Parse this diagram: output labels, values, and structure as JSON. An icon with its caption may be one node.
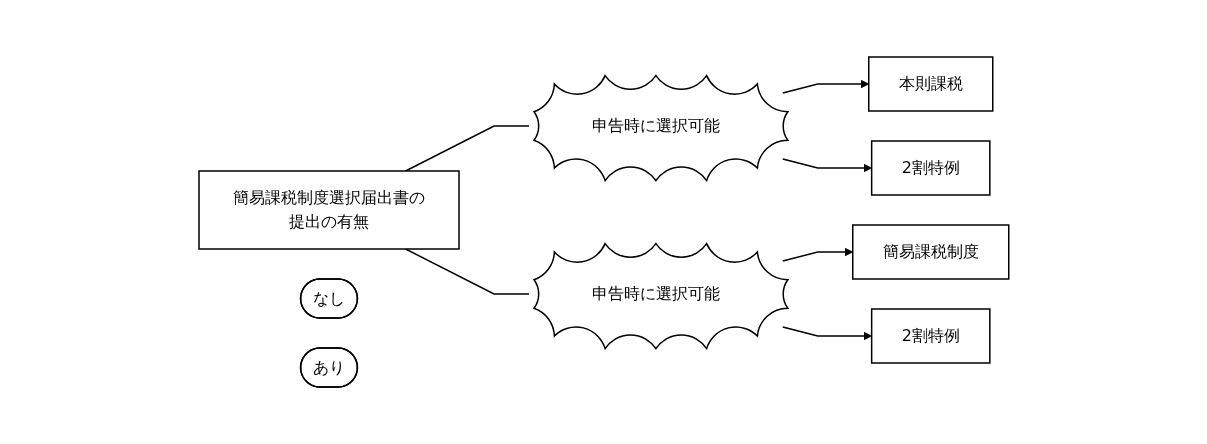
{
  "diagram": {
    "nodes": [
      {
        "text": [
          "簡易課税制度選択届出書の提出の有無"
        ]
      },
      {
        "text": [
          "なし"
        ]
      },
      {
        "text": [
          "申告時に選択可能"
        ]
      },
      {
        "text": [
          "本則課税"
        ]
      },
      {
        "text": [
          "2割特例"
        ]
      },
      {
        "text": [
          "あり"
        ]
      },
      {
        "text": [
          "申告時に選択可能"
        ]
      },
      {
        "text": [
          "簡易課税制度"
        ]
      },
      {
        "text": [
          "2割特例"
        ]
      }
    ],
    "edges": [
      {
        "from": 0,
        "to": 2,
        "arrow": "none"
      },
      {
        "from": 0,
        "to": 6,
        "arrow": "none"
      },
      {
        "from": 2,
        "to": 3,
        "arrow": "to"
      },
      {
        "from": 2,
        "to": 4,
        "arrow": "to"
      },
      {
        "from": 6,
        "to": 7,
        "arrow": "to"
      },
      {
        "from": 6,
        "to": 8,
        "arrow": "to"
      }
    ]
  }
}
